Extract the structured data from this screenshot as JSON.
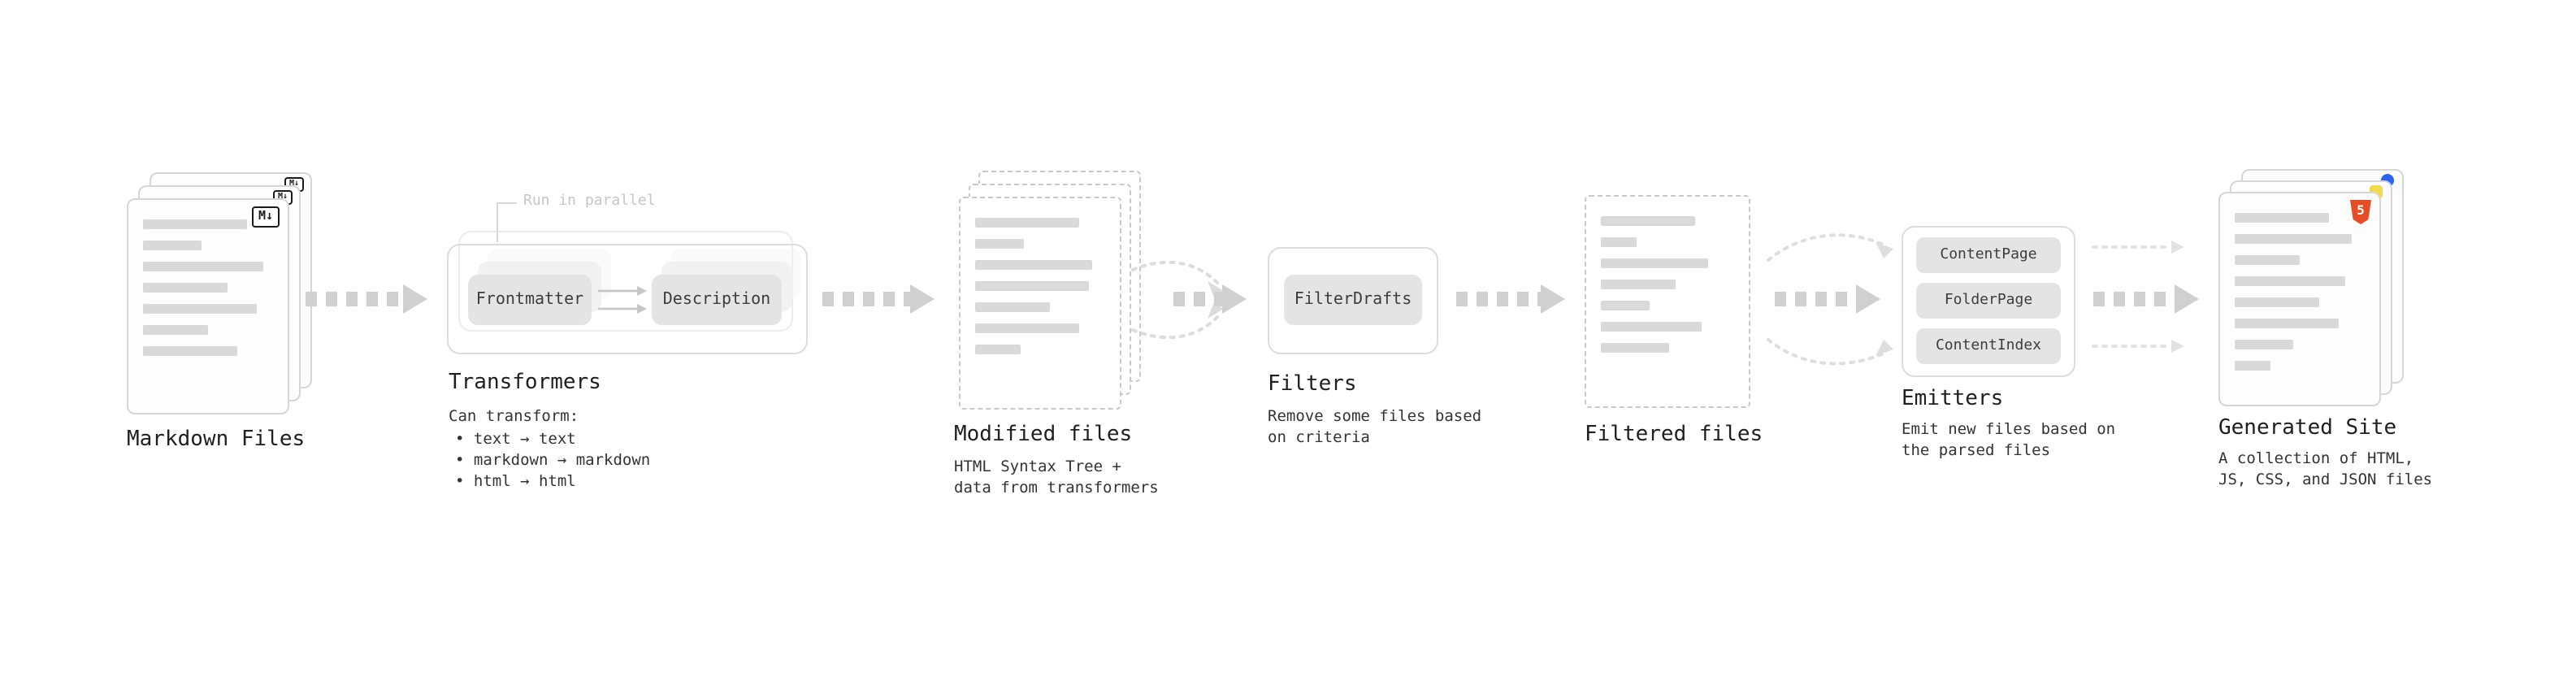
{
  "stages": {
    "markdown": {
      "heading": "Markdown Files"
    },
    "transformers": {
      "annotation": "Run in parallel",
      "chip1": "Frontmatter",
      "chip2": "Description",
      "heading": "Transformers",
      "desc_intro": "Can transform:",
      "bullet1": "• text → text",
      "bullet2": "• markdown → markdown",
      "bullet3": "• html → html"
    },
    "modified": {
      "heading": "Modified files",
      "desc1": "HTML Syntax Tree +",
      "desc2": "data from transformers"
    },
    "filters": {
      "chip": "FilterDrafts",
      "heading": "Filters",
      "desc1": "Remove some files based",
      "desc2": "on criteria"
    },
    "filtered": {
      "heading": "Filtered files"
    },
    "emitters": {
      "chip1": "ContentPage",
      "chip2": "FolderPage",
      "chip3": "ContentIndex",
      "heading": "Emitters",
      "desc1": "Emit new files based on",
      "desc2": "the parsed files"
    },
    "generated": {
      "heading": "Generated Site",
      "desc1": "A collection of HTML,",
      "desc2": "JS, CSS, and JSON files"
    }
  },
  "badges": {
    "markdown": "M↓",
    "html5": "5"
  },
  "colors": {
    "arrow": "#d0d0d0",
    "chip_bg": "#e4e4e4",
    "bar": "#d9d9d9",
    "html5": "#e44d26"
  }
}
